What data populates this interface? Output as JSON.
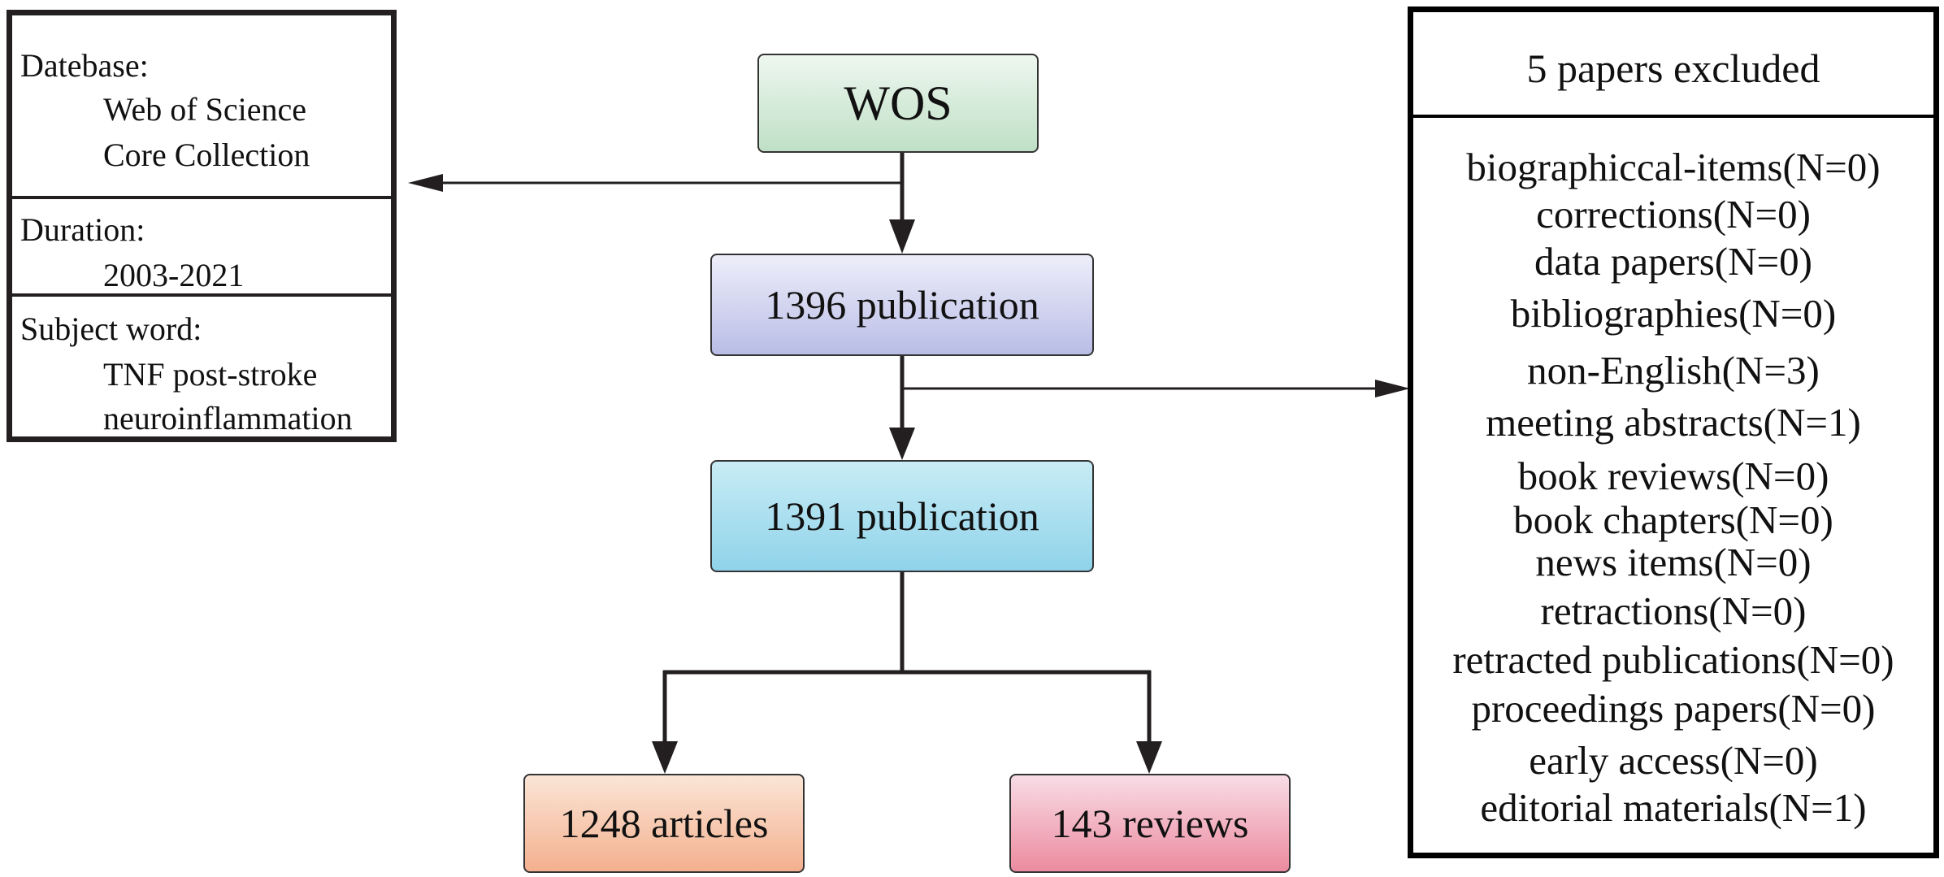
{
  "nodes": {
    "wos": "WOS",
    "pub1": "1396 publication",
    "pub2": "1391 publication",
    "articles": "1248 articles",
    "reviews": "143 reviews"
  },
  "info": {
    "database_label": "Datebase:",
    "database_lines": [
      "Web of Science",
      "Core Collection"
    ],
    "duration_label": "Duration:",
    "duration_value": "2003-2021",
    "subject_label": "Subject word:",
    "subject_lines": [
      "TNF post-stroke",
      "neuroinflammation"
    ]
  },
  "excluded": {
    "title": "5 papers excluded",
    "items": [
      "biographiccal-items(N=0)",
      "corrections(N=0)",
      "data papers(N=0)",
      "bibliographies(N=0)",
      "non-English(N=3)",
      "meeting abstracts(N=1)",
      "book reviews(N=0)",
      "book chapters(N=0)",
      "news items(N=0)",
      "retractions(N=0)",
      "retracted publications(N=0)",
      "proceedings papers(N=0)",
      "early access(N=0)",
      "editorial materials(N=1)"
    ]
  },
  "colors": {
    "wos_fill": "#bfe0c6",
    "pub1_fill": "#b9bde6",
    "pub2_fill": "#8fd3ea",
    "articles_fill": "#f3b08e",
    "reviews_fill": "#ec8b9f",
    "line": "#231f20"
  }
}
